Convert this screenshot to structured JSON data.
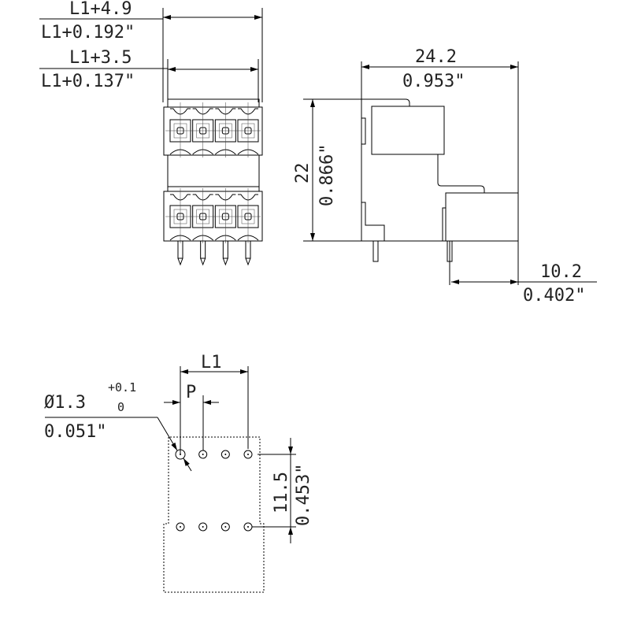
{
  "front_view": {
    "dim_outer_mm": "L1+4.9",
    "dim_outer_in": "L1+0.192\"",
    "dim_inner_mm": "L1+3.5",
    "dim_inner_in": "L1+0.137\"",
    "pole_count": 4
  },
  "side_view": {
    "width_mm": "24.2",
    "width_in": "0.953\"",
    "height_mm": "22",
    "height_in": "0.866\"",
    "offset_mm": "10.2",
    "offset_in": "0.402\""
  },
  "footprint": {
    "length_label": "L1",
    "pitch_label": "P",
    "hole_diameter": "Ø1.3",
    "tol_plus": "+0.1",
    "tol_minus": "0",
    "hole_diameter_in": "0.051\"",
    "row_spacing_mm": "11.5",
    "row_spacing_in": "0.453\""
  }
}
